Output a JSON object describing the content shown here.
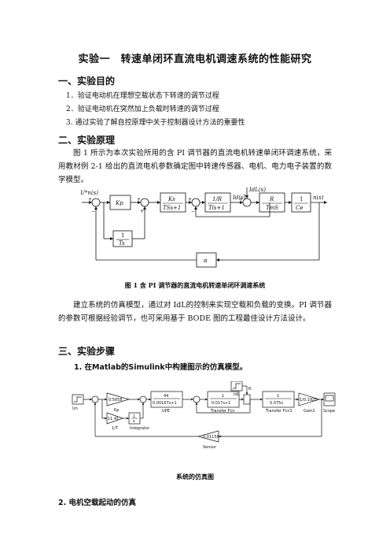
{
  "title": "实验一　转速单闭环直流电机调速系统的性能研究",
  "sections": {
    "s1": {
      "heading": "一、实验目的",
      "items": [
        "1．验证电动机在理想空载状态下转速的调节过程",
        "2．验证电动机在突然加上负载时转速的调节过程",
        "3. 通过实验了解自控原理中关于控制器设计方法的重要性"
      ]
    },
    "s2": {
      "heading": "二、实验原理",
      "para1": "图 1 所示为本次实验所用的含 PI 调节器的直流电机转速单闭环调速系统，采用教材例 2-1 给出的直流电机参数确定图中转速传感器、电机、电力电子装置的数学模型。",
      "para2": "建立系统的仿真模型，通过对 IdL的控制来实现空载和负载的变换。PI 调节器的参数可根据经验调节，也可采用基于 BODE 图的工程最佳设计方法设计。"
    },
    "s3": {
      "heading": "三、实验步骤",
      "step1": "1.  在Matlab的Simulink中构建图示的仿真模型。",
      "step2": "2.  电机空载起动的仿真"
    }
  },
  "figure1": {
    "caption": "图 1  含 PI 调节器的直流电机转速单闭环调速系统",
    "labels": {
      "input": "U*n(s)",
      "kp": "Kp",
      "ks": "Ks",
      "ks_den": "TSs+1",
      "r_num": "1/R",
      "r_den": "Tls+1",
      "id": "Id(s)",
      "idl": "IdL(s)",
      "r2_num": "R",
      "r2_den": "TmS",
      "one": "1",
      "ce": "Ce",
      "ns": "n(s)",
      "int_num": "1",
      "int_den": "Ts",
      "alpha": "α"
    }
  },
  "figure2": {
    "caption": "系统的仿真图",
    "labels": {
      "un": "Un",
      "kp_val": "0.5658",
      "kp": "Kp",
      "g1": "11.41",
      "g1_label": "1/T",
      "integrator": "Integrator",
      "upe_num": "44",
      "upe_den": "0.00167s+1",
      "upe": "UPE",
      "tf1_num": "1",
      "tf1_den": "0.017s+1",
      "tf1": "Transfer Fcn",
      "tf2_num": "1",
      "tf2_den": "0.075s",
      "tf2": "Transfer Fcn1",
      "gain2": "1/0.1925",
      "gain2_label": "Gain2",
      "idl": "IdL",
      "r": "R",
      "scope": "Scope",
      "sensor_val": "0.01158",
      "sensor": "Sensor"
    }
  }
}
